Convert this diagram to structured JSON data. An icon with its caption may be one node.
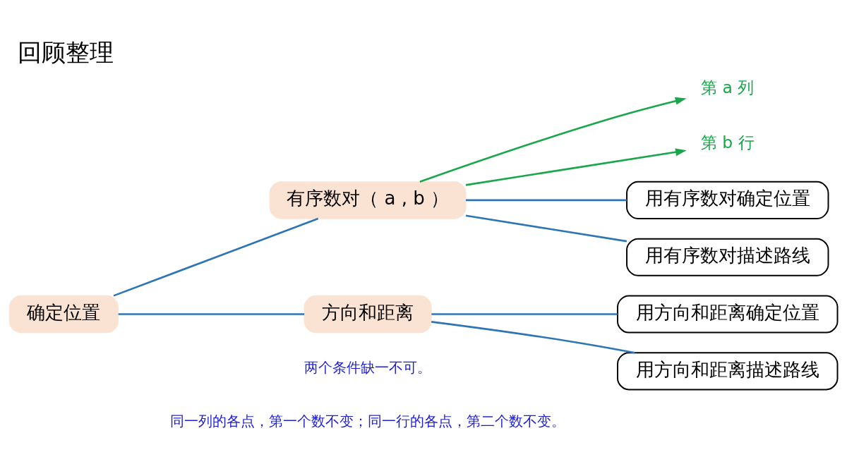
{
  "diagram": {
    "title": "回顾整理",
    "nodes": [
      {
        "text": [
          "确定位置"
        ]
      },
      {
        "text": [
          "有序数对（ a , b ）"
        ]
      },
      {
        "text": [
          "第 a 列"
        ]
      },
      {
        "text": [
          "第 b 行"
        ]
      },
      {
        "text": [
          "用有序数对确定位置"
        ]
      },
      {
        "text": [
          "用有序数对描述路线"
        ]
      },
      {
        "text": [
          "方向和距离"
        ],
        "beside": [
          "两个条件缺一不可。"
        ]
      },
      {
        "text": [
          "用方向和距离确定位置"
        ]
      },
      {
        "text": [
          "用方向和距离描述路线"
        ]
      }
    ],
    "edges": [
      {
        "from": 0,
        "to": 1,
        "arrow": "none"
      },
      {
        "from": 0,
        "to": 6,
        "arrow": "none"
      },
      {
        "from": 1,
        "to": 2,
        "arrow": "to",
        "color": "#1aa64a"
      },
      {
        "from": 1,
        "to": 3,
        "arrow": "to",
        "color": "#1aa64a"
      },
      {
        "from": 1,
        "to": 4,
        "arrow": "none"
      },
      {
        "from": 1,
        "to": 5,
        "arrow": "none"
      },
      {
        "from": 6,
        "to": 7,
        "arrow": "none"
      },
      {
        "from": 6,
        "to": 8,
        "arrow": "none"
      }
    ],
    "labels": [
      "同一列的各点，第一个数不变；同一行的各点，第二个数不变。"
    ]
  }
}
